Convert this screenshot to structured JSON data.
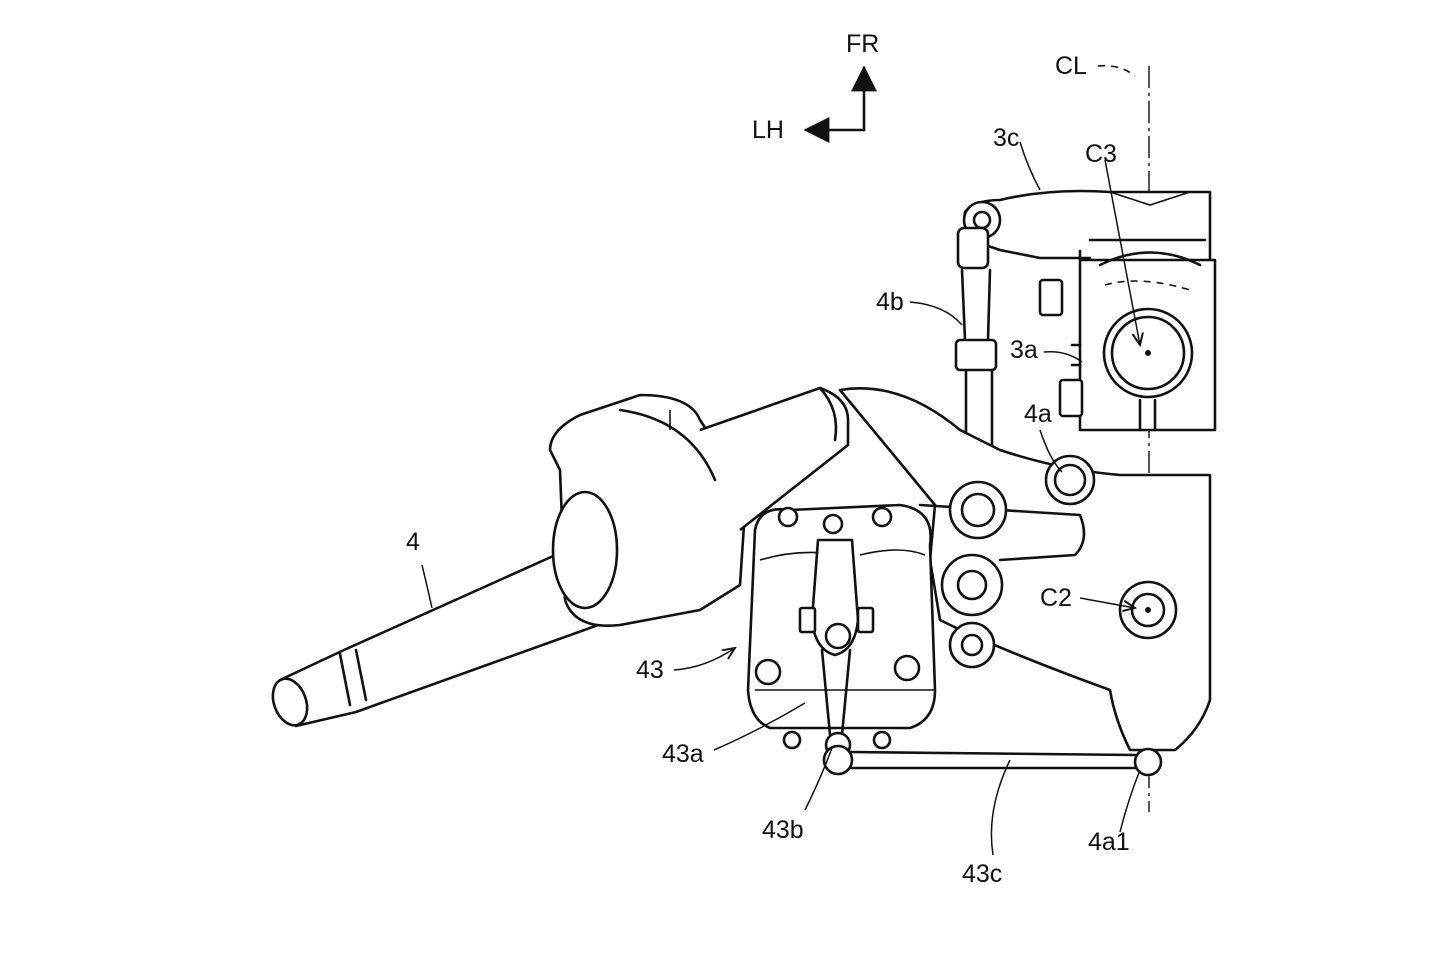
{
  "orientation": {
    "forward": "FR",
    "left": "LH"
  },
  "centerline": "CL",
  "labels": {
    "cl": "CL",
    "c3": "C3",
    "c2": "C2",
    "p3c": "3c",
    "p3a": "3a",
    "p4b": "4b",
    "p4a": "4a",
    "p4": "4",
    "p43": "43",
    "p43a": "43a",
    "p43b": "43b",
    "p43c": "43c",
    "p4a1": "4a1"
  }
}
